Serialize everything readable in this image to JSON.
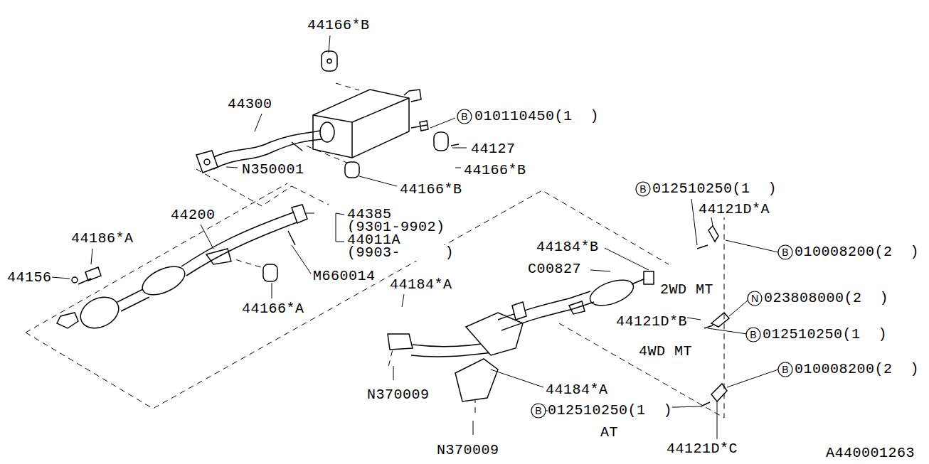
{
  "diagram": {
    "labels": [
      "44166*B",
      "44300",
      "B",
      "010110450(1  )",
      "44127",
      "44166*B",
      "N350001",
      "44166*B",
      "44200",
      "44385",
      "(9301-9902)",
      "44011A",
      "(9903-     )",
      "B",
      "012510250(1  )",
      "44121D*A",
      "44186*A",
      "44184*B",
      "44156",
      "C00827",
      "M660014",
      "44184*A",
      "B",
      "010008200(2  )",
      "2WD MT",
      "N",
      "023808000(2  )",
      "44166*A",
      "44121D*B",
      "B",
      "012510250(1  )",
      "4WD MT",
      "B",
      "010008200(2  )",
      "44184*A",
      "N370009",
      "B",
      "012510250(1  )",
      "AT",
      "N370009",
      "44121D*C",
      "A440001263"
    ]
  }
}
